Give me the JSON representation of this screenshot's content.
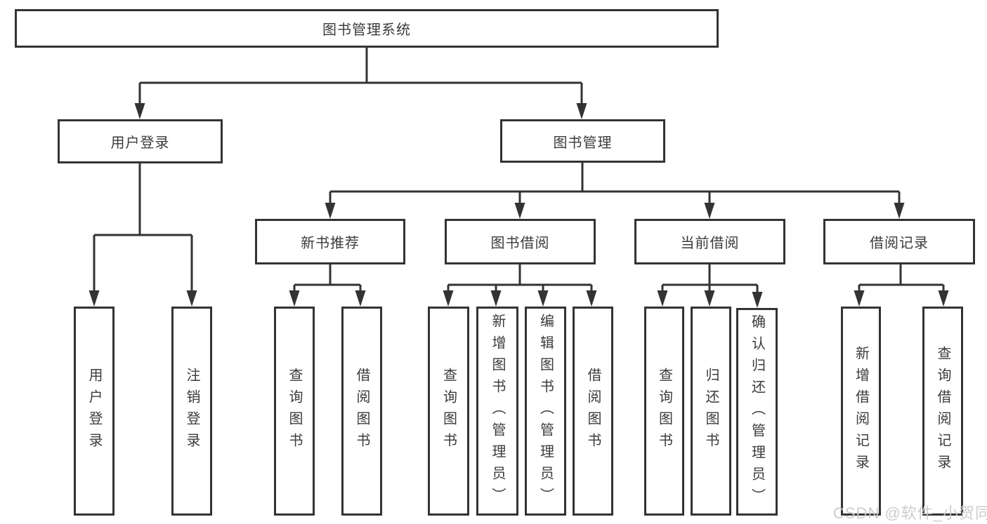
{
  "diagram": {
    "title": "图书管理系统",
    "children": [
      {
        "label": "用户登录",
        "children": [
          {
            "label": "用户登录"
          },
          {
            "label": "注销登录"
          }
        ]
      },
      {
        "label": "图书管理",
        "children": [
          {
            "label": "新书推荐",
            "children": [
              {
                "label": "查询图书"
              },
              {
                "label": "借阅图书"
              }
            ]
          },
          {
            "label": "图书借阅",
            "children": [
              {
                "label": "查询图书"
              },
              {
                "label": "新增图书（管理员）"
              },
              {
                "label": "编辑图书（管理员）"
              },
              {
                "label": "借阅图书"
              }
            ]
          },
          {
            "label": "当前借阅",
            "children": [
              {
                "label": "查询图书"
              },
              {
                "label": "归还图书"
              },
              {
                "label": "确认归还（管理员）"
              }
            ]
          },
          {
            "label": "借阅记录",
            "children": [
              {
                "label": "新增借阅记录"
              },
              {
                "label": "查询借阅记录"
              }
            ]
          }
        ]
      }
    ]
  },
  "colors": {
    "line": "#333333",
    "text": "#3b3b3b",
    "watermark": "#cdc8c8"
  },
  "watermark": {
    "text": "CSDN @软件_小贺同学"
  }
}
